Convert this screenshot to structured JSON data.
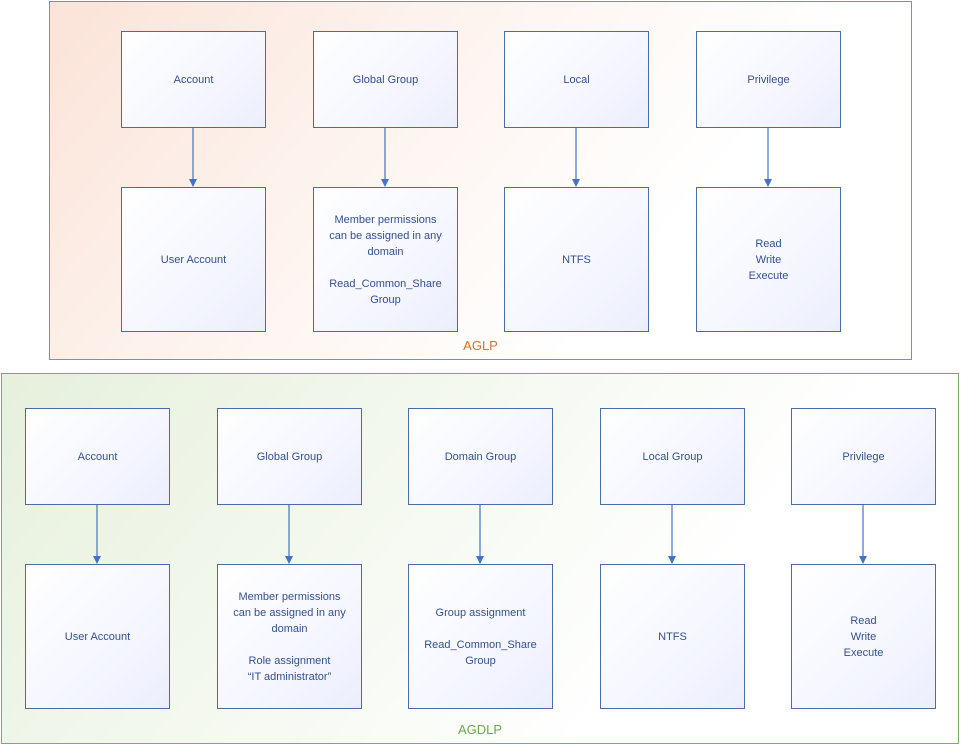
{
  "aglp": {
    "label": "AGLP",
    "boxes": [
      {
        "top": "Account",
        "bottom": "User Account"
      },
      {
        "top": "Global Group",
        "bottom": "Member permissions\ncan be assigned in any\ndomain\n\nRead_Common_Share\nGroup"
      },
      {
        "top": "Local",
        "bottom": "NTFS"
      },
      {
        "top": "Privilege",
        "bottom": "Read\nWrite\nExecute"
      }
    ]
  },
  "agdlp": {
    "label": "AGDLP",
    "boxes": [
      {
        "top": "Account",
        "bottom": "User Account"
      },
      {
        "top": "Global Group",
        "bottom": "Member permissions\ncan be assigned in any\ndomain\n\nRole assignment\n“IT administrator”"
      },
      {
        "top": "Domain Group",
        "bottom": "Group assignment\n\nRead_Common_Share\nGroup"
      },
      {
        "top": "Local Group",
        "bottom": "NTFS"
      },
      {
        "top": "Privilege",
        "bottom": "Read\nWrite\nExecute"
      }
    ]
  },
  "colors": {
    "aglp_border": "#d27a3a",
    "agdlp_border": "#7cae5e",
    "box_border": "#4a6aa8",
    "box_text": "#34508e",
    "arrow": "#4472c4"
  }
}
